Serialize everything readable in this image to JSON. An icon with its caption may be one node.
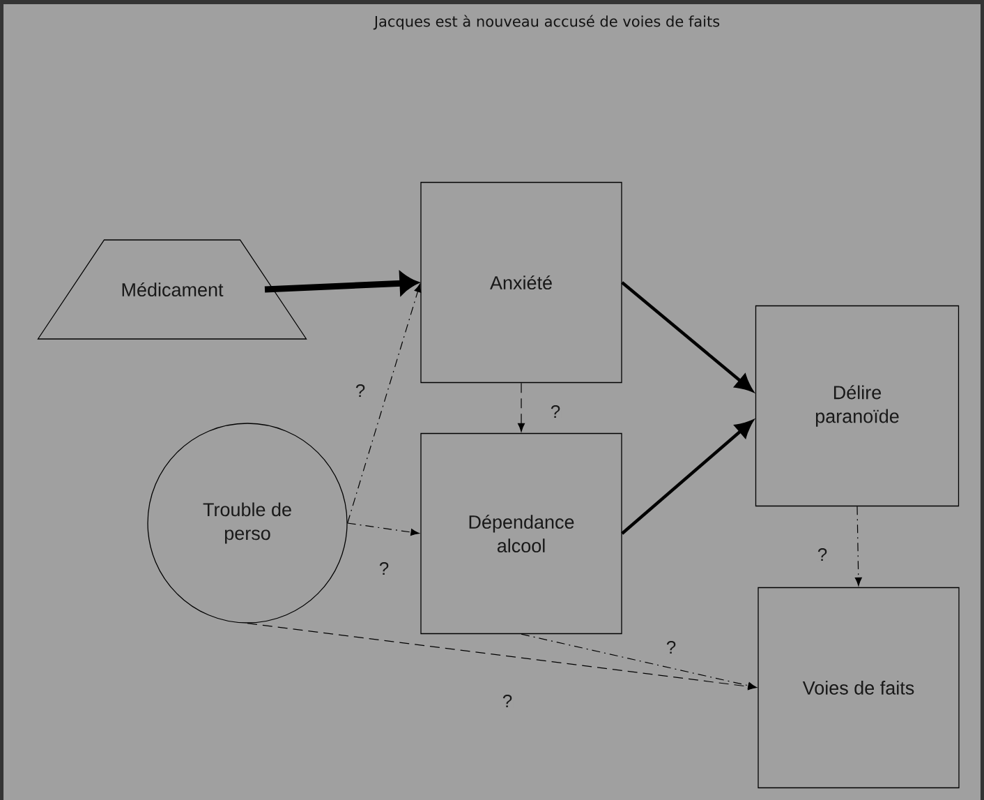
{
  "diagram": {
    "title": "Jacques est à nouveau accusé de voies de faits",
    "nodes": [
      {
        "text": [
          "Médicament"
        ]
      },
      {
        "text": [
          "Anxiété"
        ]
      },
      {
        "text": [
          "Délire paranoïde"
        ]
      },
      {
        "text": [
          "Trouble de perso"
        ]
      },
      {
        "text": [
          "Dépendance alcool"
        ]
      },
      {
        "text": [
          "Voies de faits"
        ]
      }
    ],
    "edges": [
      {
        "from": 0,
        "to": 1,
        "arrow": "to",
        "style": "thick"
      },
      {
        "from": 3,
        "to": 1,
        "arrow": "to",
        "style": "dashed",
        "label": "?"
      },
      {
        "from": 1,
        "to": 4,
        "arrow": "to",
        "style": "dashed",
        "label": "?"
      },
      {
        "from": 3,
        "to": 4,
        "arrow": "to",
        "style": "dashed",
        "label": "?"
      },
      {
        "from": 1,
        "to": 2,
        "arrow": "to",
        "style": "thick"
      },
      {
        "from": 4,
        "to": 2,
        "arrow": "to",
        "style": "thick"
      },
      {
        "from": 2,
        "to": 5,
        "arrow": "to",
        "style": "dashed",
        "label": "?"
      },
      {
        "from": 4,
        "to": 5,
        "arrow": "to",
        "style": "dashed",
        "label": "?"
      },
      {
        "from": 3,
        "to": 5,
        "arrow": "to",
        "style": "dashed",
        "label": "?"
      }
    ]
  }
}
